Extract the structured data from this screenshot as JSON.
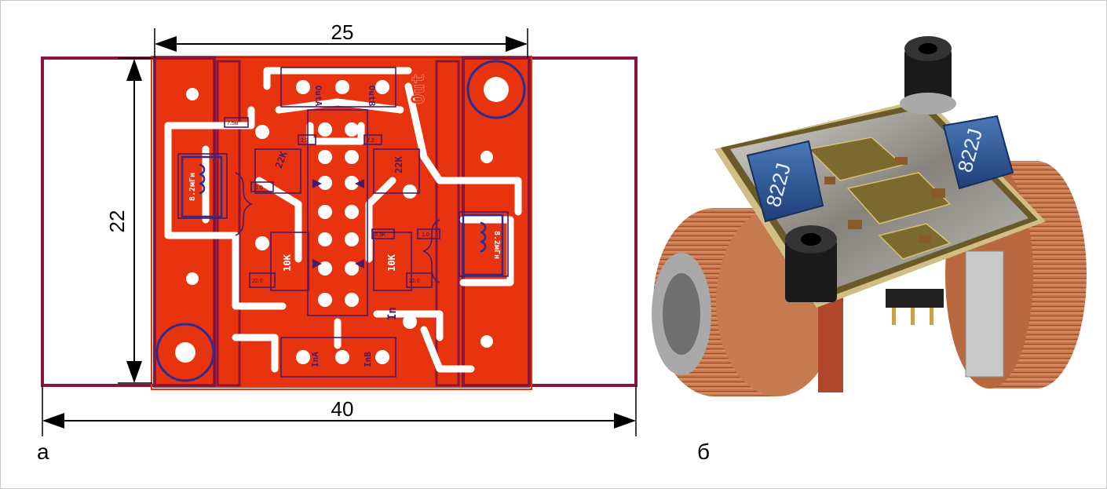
{
  "dimensions": {
    "board_width": "25",
    "board_height": "22",
    "overall_width": "40"
  },
  "panel_labels": {
    "left": "а",
    "right": "б"
  },
  "silkscreen": {
    "out": "Out",
    "in": "In",
    "out_a": "OutA",
    "out_b": "OutB",
    "in_a": "InA",
    "in_b": "InB",
    "inductor_left": "8.2мГн",
    "inductor_right": "8.2мГн",
    "pot_left_top": "22K",
    "pot_right_top": "22K",
    "pot_left_bottom": "10K",
    "pot_right_bottom": "10K",
    "r_2_2_left": "2.2",
    "r_2_2_right": "2.2",
    "r_7_5": "7.5м",
    "r_1_0_left": "1.0",
    "r_1_0_right": "1.0",
    "r_3_3k": "3.3K",
    "r_22_0_left": "22.0",
    "r_22_0_right": "22.0",
    "inductor_code_left": "822J",
    "inductor_code_right": "822J"
  },
  "colors": {
    "copper": "#e8330f",
    "outline": "#8a1538",
    "silk": "#4a1a6a",
    "circle": "#2b2d8f"
  }
}
